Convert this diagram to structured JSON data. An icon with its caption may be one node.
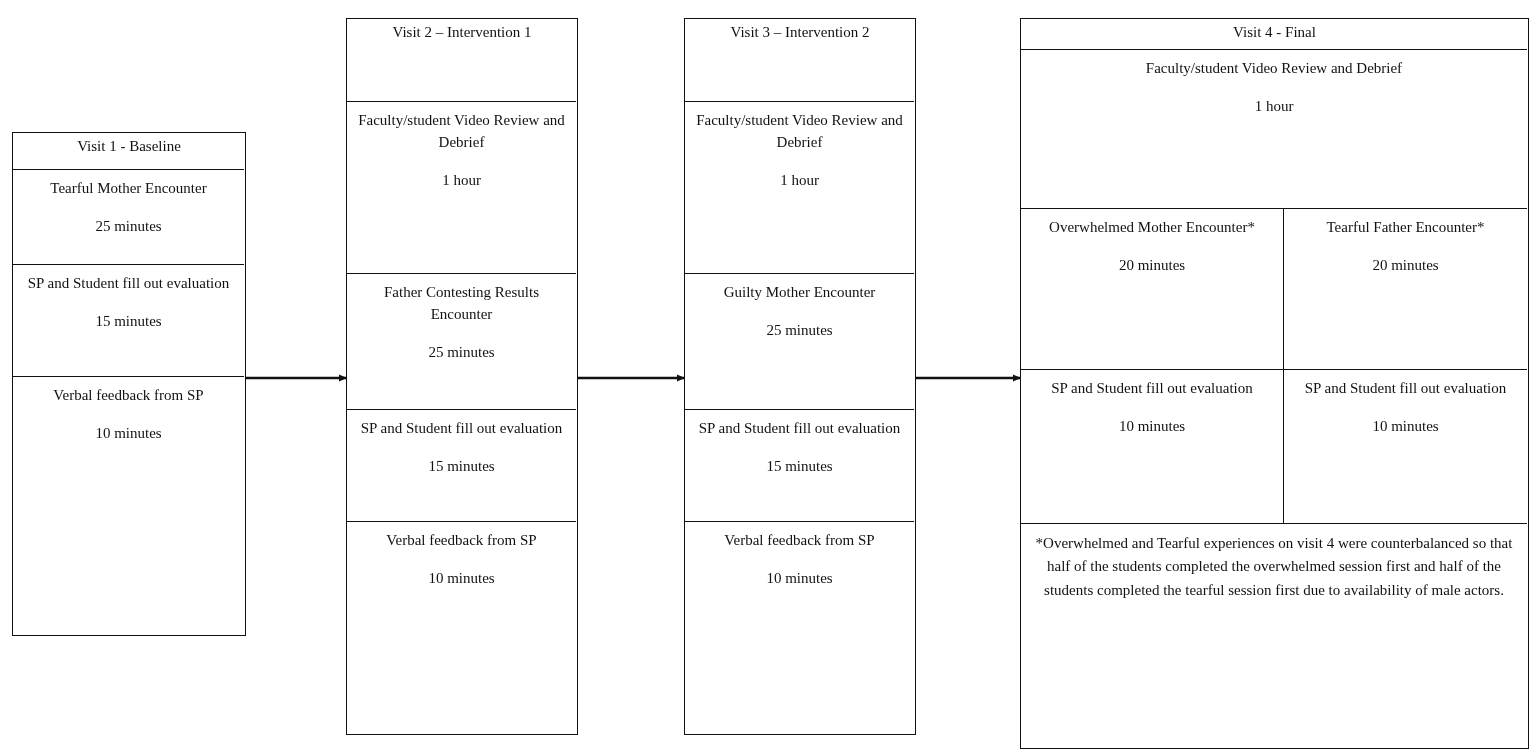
{
  "diagram": {
    "nodes": [
      {
        "text": [
          "Visit 1 - Baseline"
        ]
      },
      {
        "text": [
          "Tearful Mother Encounter",
          "25 minutes"
        ],
        "in": 0
      },
      {
        "text": [
          "SP and Student fill out evaluation",
          "15 minutes"
        ],
        "in": 0
      },
      {
        "text": [
          "Verbal feedback from SP",
          "10 minutes"
        ],
        "in": 0
      },
      {
        "text": [
          "Visit 2 – Intervention 1"
        ]
      },
      {
        "text": [
          "Faculty/student Video Review and Debrief",
          "1 hour"
        ],
        "in": 4
      },
      {
        "text": [
          "Father Contesting Results Encounter",
          "25 minutes"
        ],
        "in": 4
      },
      {
        "text": [
          "SP and Student fill out evaluation",
          "15 minutes"
        ],
        "in": 4
      },
      {
        "text": [
          "Verbal feedback from SP",
          "10 minutes"
        ],
        "in": 4
      },
      {
        "text": [
          "Visit 3 – Intervention 2"
        ]
      },
      {
        "text": [
          "Faculty/student Video Review and Debrief",
          "1 hour"
        ],
        "in": 9
      },
      {
        "text": [
          "Guilty Mother Encounter",
          "25 minutes"
        ],
        "in": 9
      },
      {
        "text": [
          "SP and Student fill out evaluation",
          "15 minutes"
        ],
        "in": 9
      },
      {
        "text": [
          "Verbal feedback from SP",
          "10 minutes"
        ],
        "in": 9
      },
      {
        "text": [
          "Visit 4 - Final"
        ]
      },
      {
        "text": [
          "Faculty/student Video Review and Debrief",
          "1 hour"
        ],
        "in": 14
      },
      {
        "text": [
          "Overwhelmed Mother Encounter*",
          "20 minutes"
        ],
        "in": 14
      },
      {
        "text": [
          "Tearful Father Encounter*",
          "20 minutes"
        ],
        "in": 14
      },
      {
        "text": [
          "SP and Student fill out evaluation",
          "10 minutes"
        ],
        "in": 14
      },
      {
        "text": [
          "SP and Student fill out evaluation",
          "10 minutes"
        ],
        "in": 14
      },
      {
        "text": [
          "*Overwhelmed and Tearful experiences on visit 4 were counterbalanced so that half of the students completed the overwhelmed session first and half of the students completed the tearful session first due to availability of male actors."
        ],
        "in": 14
      }
    ],
    "edges": [
      {
        "from": 0,
        "to": 4,
        "arrow": "to"
      },
      {
        "from": 4,
        "to": 9,
        "arrow": "to"
      },
      {
        "from": 9,
        "to": 14,
        "arrow": "to"
      }
    ]
  }
}
